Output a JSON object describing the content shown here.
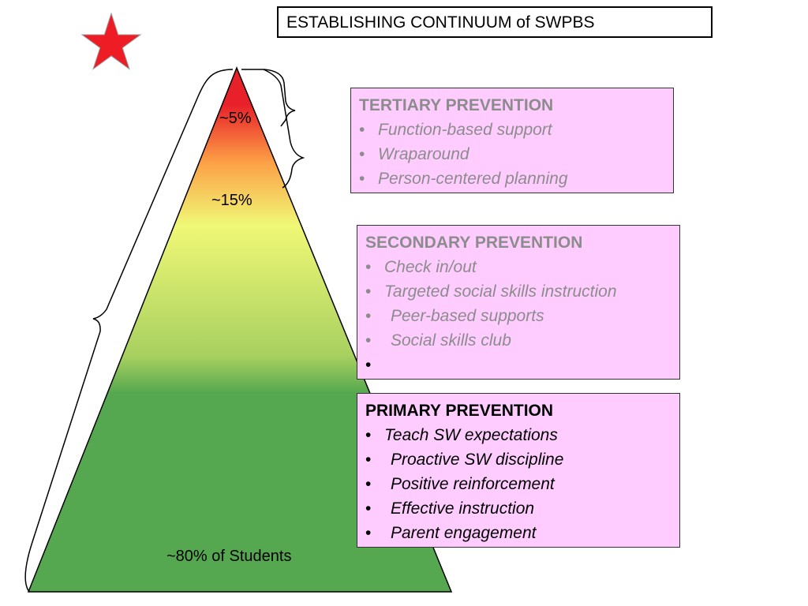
{
  "title": "ESTABLISHING CONTINUUM of SWPBS",
  "icons": {
    "star": "star-icon",
    "star_color": "#ee1c25"
  },
  "pyramid": {
    "colors": {
      "top": "#e8202a",
      "orange": "#fca046",
      "yellow": "#f0f876",
      "light_green": "#a8d060",
      "green": "#56a850"
    },
    "labels": {
      "tertiary_pct": "~5%",
      "secondary_pct": "~15%",
      "primary_pct": "~80% of Students"
    }
  },
  "tiers": {
    "tertiary": {
      "header": "TERTIARY PREVENTION",
      "items": [
        {
          "bullet": "•",
          "text": "Function-based support"
        },
        {
          "bullet": "•",
          "text": "Wraparound"
        },
        {
          "bullet": "•",
          "text": "Person-centered planning"
        }
      ]
    },
    "secondary": {
      "header": "SECONDARY PREVENTION",
      "items": [
        {
          "bullet": "•",
          "text": "Check in/out"
        },
        {
          "bullet": "•",
          "text": "Targeted social skills instruction"
        },
        {
          "bullet": "•",
          "text": "Peer-based supports"
        },
        {
          "bullet": "•",
          "text": "Social skills club"
        },
        {
          "bullet": "•",
          "text": ""
        }
      ]
    },
    "primary": {
      "header": "PRIMARY PREVENTION",
      "items": [
        {
          "bullet": "•",
          "text": "Teach SW expectations"
        },
        {
          "bullet": "•",
          "text": "Proactive SW discipline"
        },
        {
          "bullet": "•",
          "text": "Positive reinforcement"
        },
        {
          "bullet": "•",
          "text": "Effective instruction"
        },
        {
          "bullet": "•",
          "text": "Parent engagement"
        }
      ]
    }
  }
}
